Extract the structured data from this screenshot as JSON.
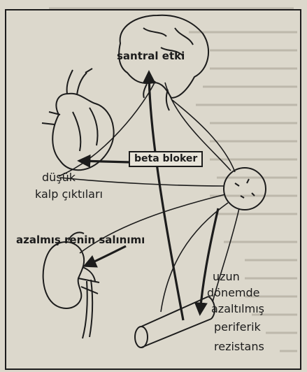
{
  "labels": {
    "central_effect": "santral etki",
    "beta_blocker": "beta bloker",
    "low_output_line1": "düşük",
    "low_output_line2": "kalp çıktıları",
    "renin": "azalmış renin salınımı",
    "long_term_line1": "uzun",
    "long_term_line2": "dönemde",
    "long_term_line3": "azaltılmış",
    "long_term_line4": "periferik",
    "long_term_line5": "rezistans"
  },
  "colors": {
    "ink": "#1c1c1c",
    "paper": "#dcd8cc",
    "background_text": "#bdb8ab"
  },
  "icons": [
    "brain-icon",
    "heart-icon",
    "kidney-icon",
    "blood-vessel-icon",
    "ganglion-icon"
  ]
}
